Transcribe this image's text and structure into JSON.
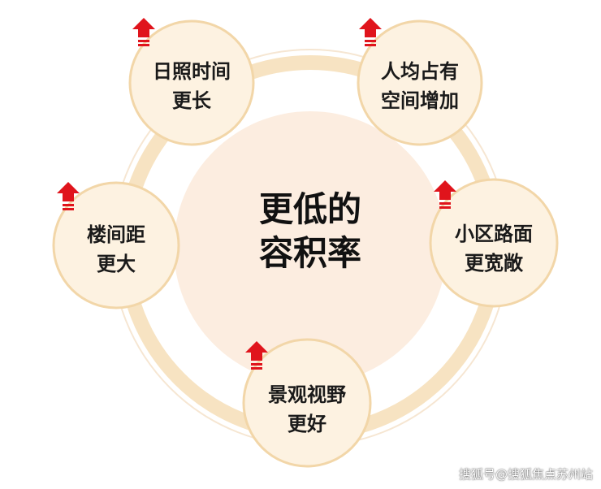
{
  "center": {
    "line1": "更低的",
    "line2": "容积率"
  },
  "nodes": [
    {
      "key": "sunlight",
      "line1": "日照时间",
      "line2": "更长",
      "arrow_icon": "up-arrow-icon"
    },
    {
      "key": "space",
      "line1": "人均占有",
      "line2": "空间增加",
      "arrow_icon": "up-arrow-icon"
    },
    {
      "key": "road",
      "line1": "小区路面",
      "line2": "更宽敞",
      "arrow_icon": "up-arrow-icon"
    },
    {
      "key": "view",
      "line1": "景观视野",
      "line2": "更好",
      "arrow_icon": "up-arrow-icon"
    },
    {
      "key": "distance",
      "line1": "楼间距",
      "line2": "更大",
      "arrow_icon": "up-arrow-icon"
    }
  ],
  "watermark": "搜狐号@搜狐焦点苏州站",
  "colors": {
    "ring": "#f7e3c2",
    "ring_outline": "#f3dcc0",
    "node_fill": "#fdf2e1",
    "node_stroke": "#f2d6a8",
    "center_fill": "#fcede0",
    "arrow": "#e0141c"
  }
}
